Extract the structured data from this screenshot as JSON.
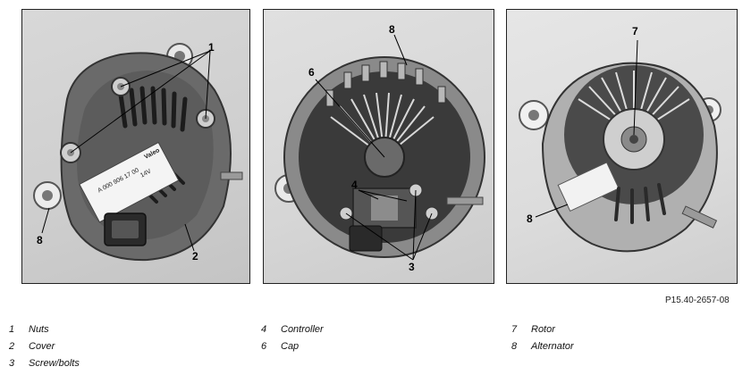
{
  "figure_ref": "P15.40-2657-08",
  "callouts": {
    "p1_nuts": "1",
    "p1_cover": "2",
    "p1_alt": "8",
    "p2_cap": "6",
    "p2_alt": "8",
    "p2_controller": "4",
    "p2_screws": "3",
    "p3_rotor": "7",
    "p3_alt": "8"
  },
  "sticker": {
    "brand": "Valeo",
    "part": "A 000 906 17 00",
    "spec": "14V"
  },
  "legend": [
    {
      "num": "1",
      "label": "Nuts"
    },
    {
      "num": "2",
      "label": "Cover"
    },
    {
      "num": "3",
      "label": "Screw/bolts"
    },
    {
      "num": "4",
      "label": "Controller"
    },
    {
      "num": "6",
      "label": "Cap"
    },
    {
      "num": "7",
      "label": "Rotor"
    },
    {
      "num": "8",
      "label": "Alternator"
    }
  ]
}
